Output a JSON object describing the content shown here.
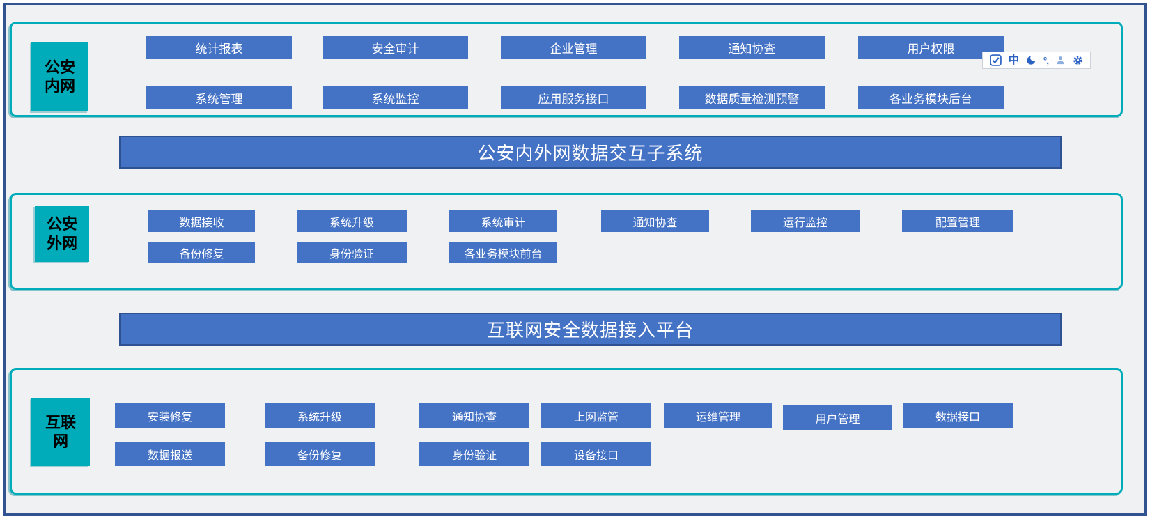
{
  "colors": {
    "frame_border": "#31538F",
    "background": "#F0F1F2",
    "zone_border": "#00ACB9",
    "zone_label_bg": "#00ACB9",
    "module_button_bg": "#4472C4",
    "banner_bg": "#4472C4",
    "banner_border": "#2E5192",
    "text_on_blue": "#FFFFFF",
    "ime_icon_blue": "#2B62C4",
    "ime_person_blue": "#8FAEE0"
  },
  "ime_toolbar": {
    "language_mode": "中",
    "punctuation_label": "°,"
  },
  "banners": [
    {
      "text": "公安内外网数据交互子系统"
    },
    {
      "text": "互联网安全数据接入平台"
    }
  ],
  "zones": [
    {
      "name": "公安内网",
      "label_lines": [
        "公安",
        "内网"
      ],
      "row1": [
        "统计报表",
        "安全审计",
        "企业管理",
        "通知协查",
        "用户权限"
      ],
      "row2": [
        "系统管理",
        "系统监控",
        "应用服务接口",
        "数据质量检测预警",
        "各业务模块后台"
      ]
    },
    {
      "name": "公安外网",
      "label_lines": [
        "公安",
        "外网"
      ],
      "row1": [
        "数据接收",
        "系统升级",
        "系统审计",
        "通知协查",
        "运行监控",
        "配置管理"
      ],
      "row2": [
        "备份修复",
        "身份验证",
        "各业务模块前台"
      ]
    },
    {
      "name": "互联网",
      "label_lines": [
        "互联",
        "网"
      ],
      "row1": [
        "安装修复",
        "系统升级",
        "通知协查",
        "上网监管",
        "运维管理",
        "用户管理",
        "数据接口"
      ],
      "row2": [
        "数据报送",
        "备份修复",
        "身份验证",
        "设备接口"
      ]
    }
  ]
}
